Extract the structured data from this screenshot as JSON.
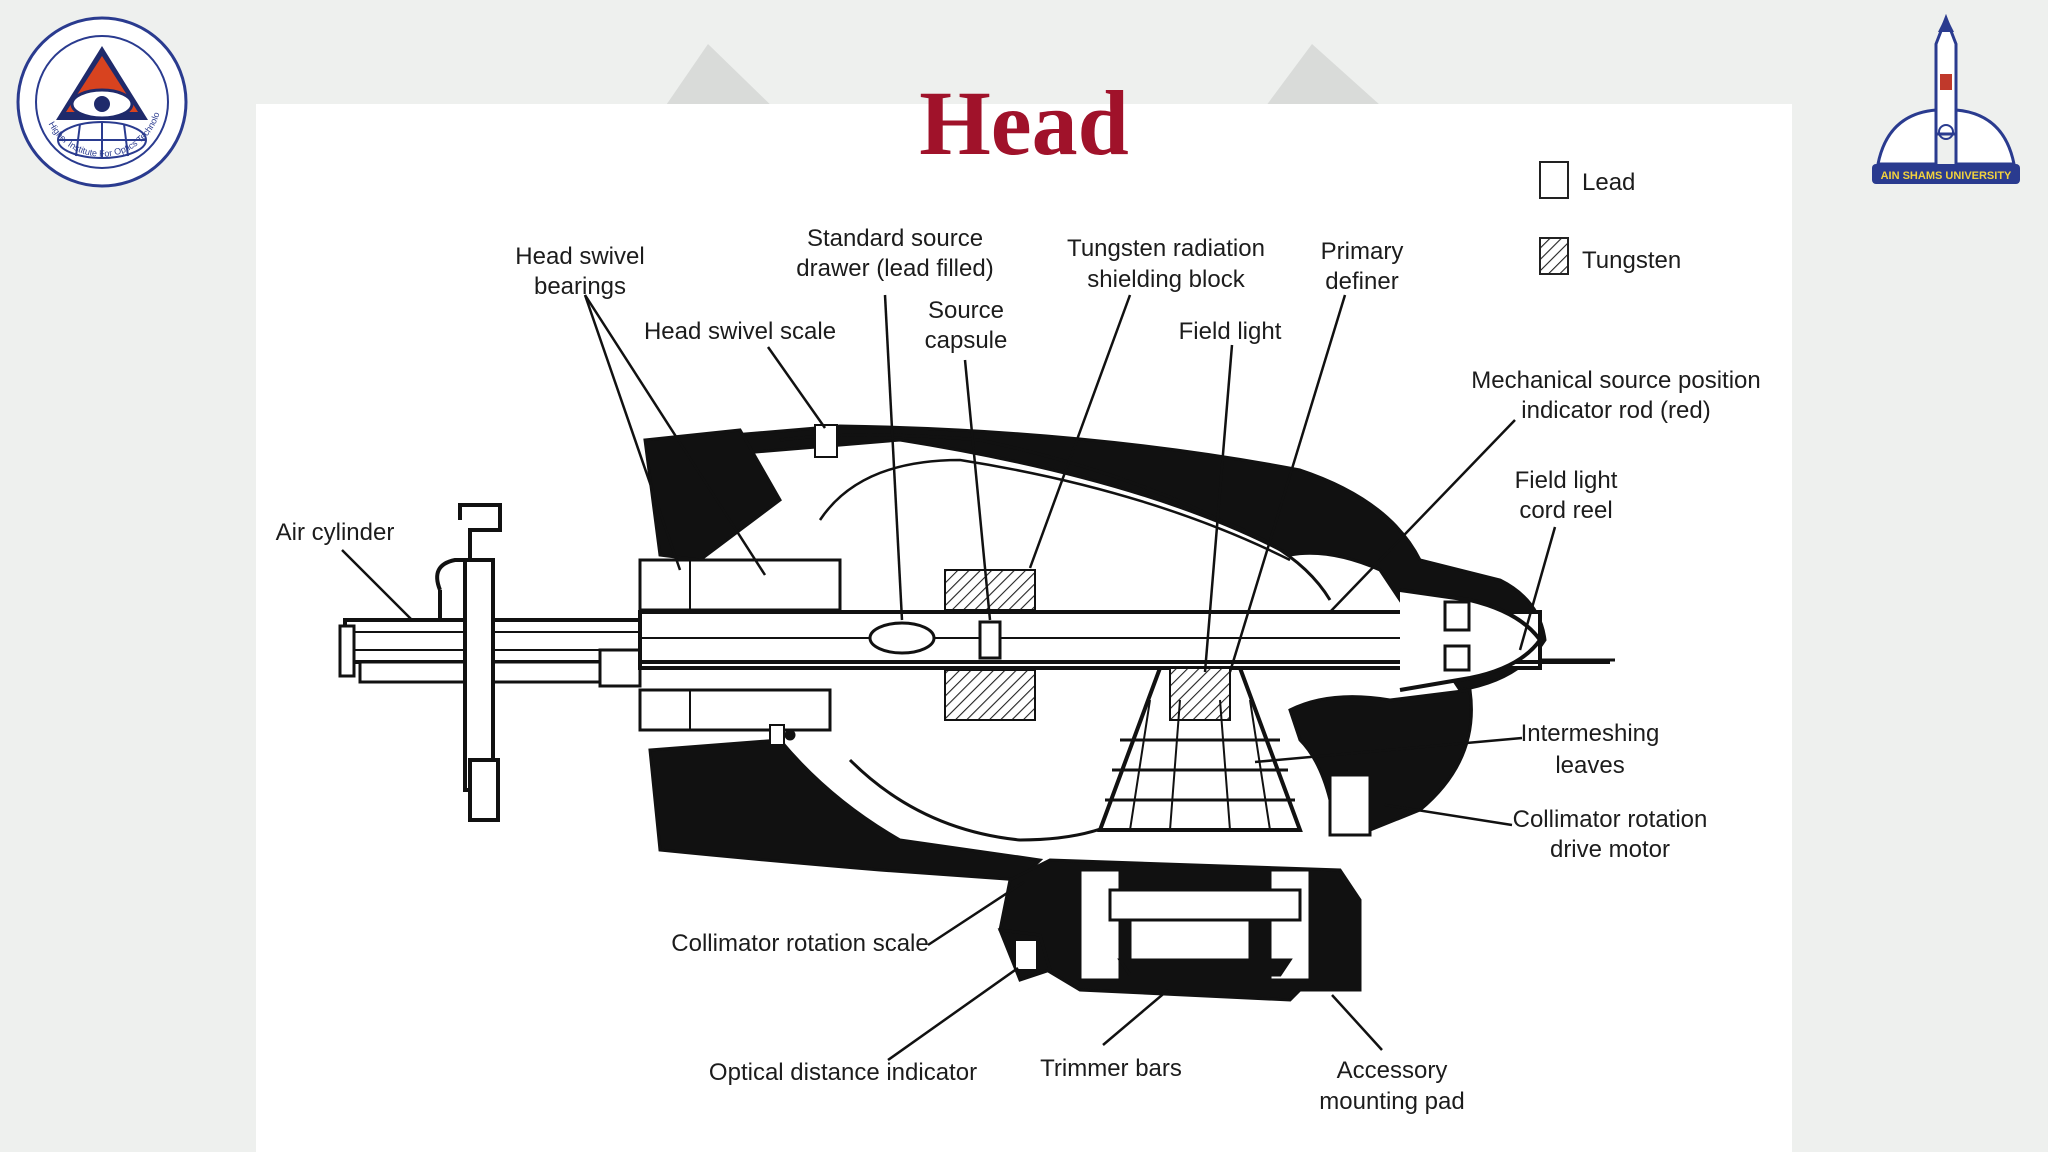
{
  "slide": {
    "title": "Head",
    "logo_left_text": "Higher Institute For Optics Technology",
    "logo_right_text": "AIN SHAMS UNIVERSITY"
  },
  "legend": {
    "lead": "Lead",
    "tungsten": "Tungsten"
  },
  "labels": {
    "head_swivel_bearings": [
      "Head swivel",
      "bearings"
    ],
    "standard_source_drawer": [
      "Standard source",
      "drawer (lead filled)"
    ],
    "tungsten_radiation_shielding_block": [
      "Tungsten radiation",
      "shielding block"
    ],
    "primary_definer": [
      "Primary",
      "definer"
    ],
    "head_swivel_scale": "Head swivel scale",
    "source_capsule": [
      "Source",
      "capsule"
    ],
    "field_light": "Field light",
    "mechanical_source_position_indicator_rod": [
      "Mechanical source position",
      "indicator rod (red)"
    ],
    "field_light_cord_reel": [
      "Field light",
      "cord reel"
    ],
    "air_cylinder": "Air cylinder",
    "intermeshing_leaves": [
      "Intermeshing",
      "leaves"
    ],
    "collimator_rotation_drive_motor": [
      "Collimator rotation",
      "drive motor"
    ],
    "collimator_rotation_scale": "Collimator rotation scale",
    "optical_distance_indicator": "Optical distance indicator",
    "trimmer_bars": "Trimmer bars",
    "accessory_mounting_pad": [
      "Accessory",
      "mounting pad"
    ]
  }
}
